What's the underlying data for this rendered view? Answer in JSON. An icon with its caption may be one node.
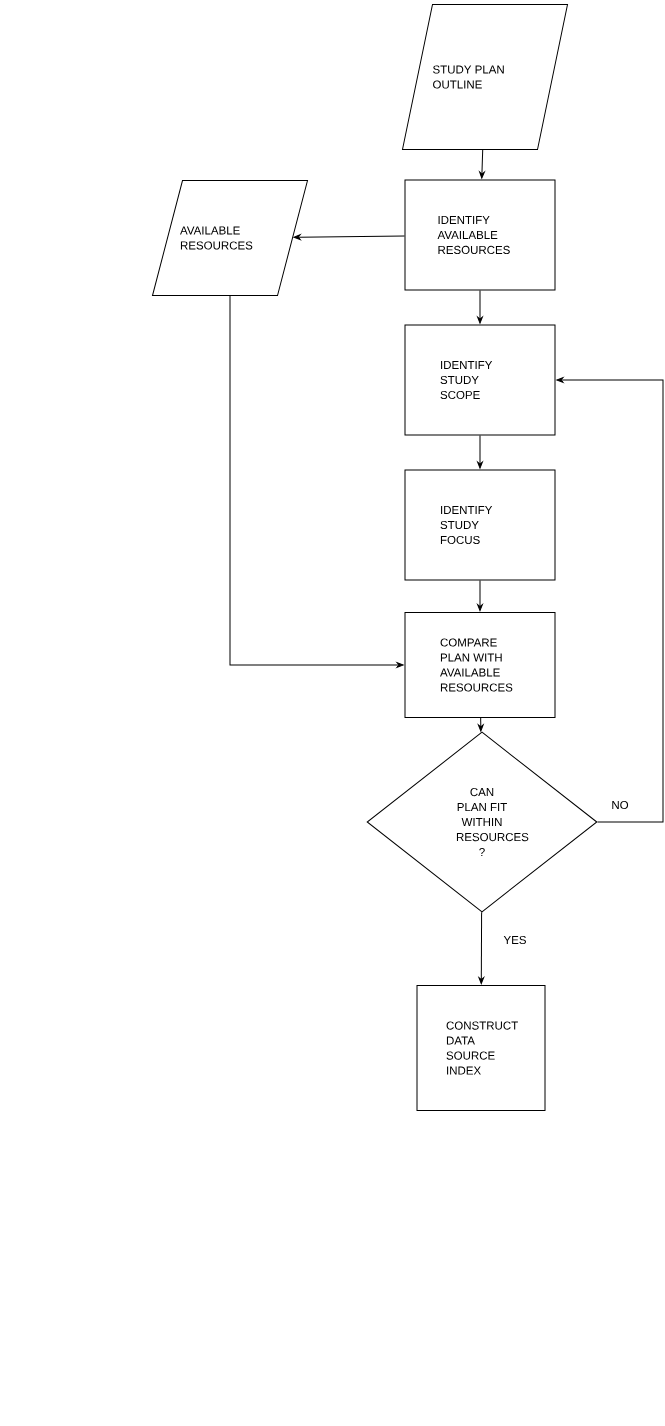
{
  "diagram": {
    "nodes": [
      {
        "text": [
          "STUDY PLAN OUTLINE"
        ]
      },
      {
        "text": [
          "IDENTIFY AVAILABLE RESOURCES"
        ]
      },
      {
        "text": [
          "AVAILABLE RESOURCES"
        ]
      },
      {
        "text": [
          "IDENTIFY STUDY SCOPE"
        ]
      },
      {
        "text": [
          "IDENTIFY STUDY FOCUS"
        ]
      },
      {
        "text": [
          "COMPARE PLAN WITH AVAILABLE RESOURCES"
        ]
      },
      {
        "text": [
          "CAN PLAN FIT WITHIN RESOURCES ?"
        ]
      },
      {
        "text": [
          "CONSTRUCT DATA SOURCE INDEX"
        ]
      }
    ],
    "edges": [
      {
        "from": 0,
        "to": 1,
        "arrow": "to"
      },
      {
        "from": 1,
        "to": 2,
        "arrow": "to"
      },
      {
        "from": 1,
        "to": 3,
        "arrow": "to"
      },
      {
        "from": 3,
        "to": 4,
        "arrow": "to"
      },
      {
        "from": 4,
        "to": 5,
        "arrow": "to"
      },
      {
        "from": 2,
        "to": 5,
        "arrow": "to"
      },
      {
        "from": 5,
        "to": 6,
        "arrow": "to"
      },
      {
        "from": 6,
        "to": 7,
        "arrow": "to",
        "label": "YES"
      },
      {
        "from": 6,
        "to": 3,
        "arrow": "to",
        "label": "NO"
      }
    ]
  }
}
